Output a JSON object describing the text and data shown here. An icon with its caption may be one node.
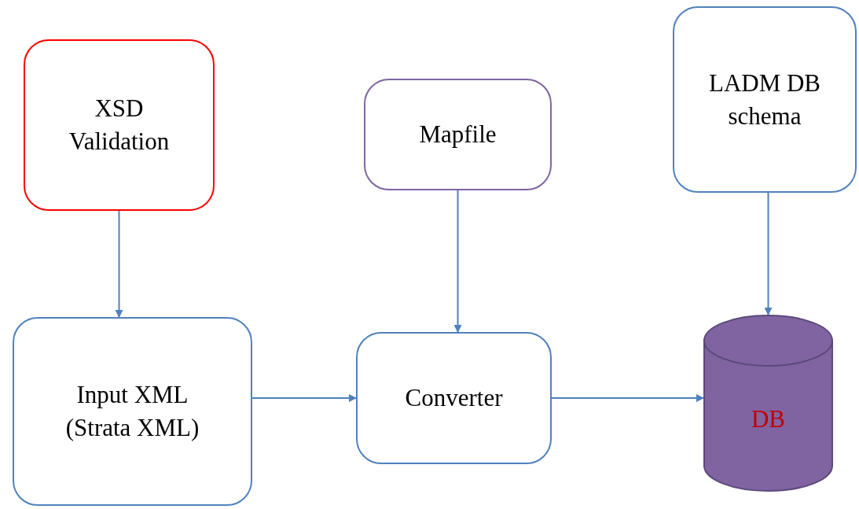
{
  "diagram": {
    "nodes": [
      {
        "text": [
          "XSD Validation"
        ]
      },
      {
        "text": [
          "Mapfile"
        ]
      },
      {
        "text": [
          "LADM DB schema"
        ]
      },
      {
        "text": [
          "Input XML (Strata XML)"
        ]
      },
      {
        "text": [
          "Converter"
        ]
      },
      {
        "text": [
          "DB"
        ]
      }
    ],
    "edges": [
      {
        "from": 0,
        "to": 3,
        "arrow": "to"
      },
      {
        "from": 1,
        "to": 4,
        "arrow": "to"
      },
      {
        "from": 2,
        "to": 5,
        "arrow": "to"
      },
      {
        "from": 3,
        "to": 4,
        "arrow": "to"
      },
      {
        "from": 4,
        "to": 5,
        "arrow": "to"
      }
    ]
  }
}
